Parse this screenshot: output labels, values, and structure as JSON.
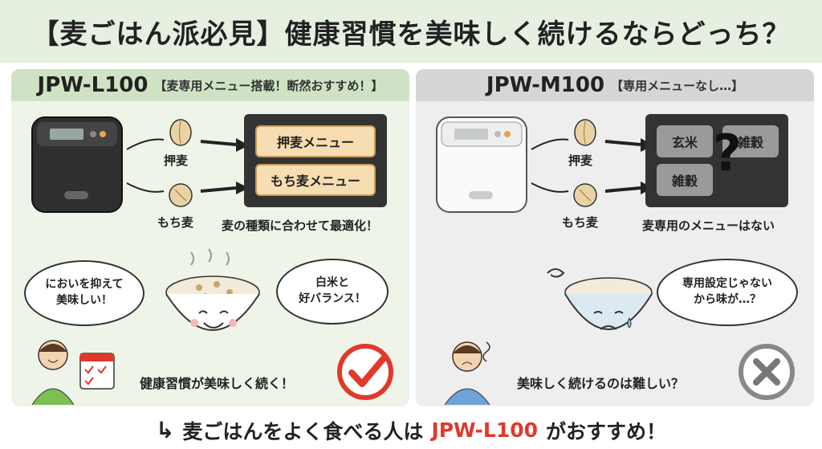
{
  "header": {
    "title": "【麦ごはん派必見】健康習慣を美味しく続けるならどっち？"
  },
  "left": {
    "model": "JPW-L100",
    "tagline": "【麦専用メニュー搭載！断然おすすめ！】",
    "grain1": "押麦",
    "grain2": "もち麦",
    "menu1": "押麦メニュー",
    "menu2": "もち麦メニュー",
    "caption": "麦の種類に合わせて最適化！",
    "bubble1": "においを抑えて\n美味しい！",
    "bubble2": "白米と\n好バランス！",
    "bottom": "健康習慣が美味しく続く！"
  },
  "right": {
    "model": "JPW-M100",
    "tagline": "【専用メニューなし…】",
    "grain1": "押麦",
    "grain2": "もち麦",
    "chip1": "玄米",
    "chip2": "雑穀",
    "chip3": "雑穀",
    "question": "?",
    "caption": "麦専用のメニューはない",
    "bubble": "専用設定じゃない\nから味が…？",
    "bottom": "美味しく続けるのは難しい？"
  },
  "footer": {
    "arrow": "↳",
    "pre": "麦ごはんをよく食べる人は",
    "model": "JPW-L100",
    "post": "がおすすめ！"
  },
  "colors": {
    "accent_red": "#e0392b",
    "left_bg": "#eef5e8",
    "right_bg": "#eeeeee"
  }
}
